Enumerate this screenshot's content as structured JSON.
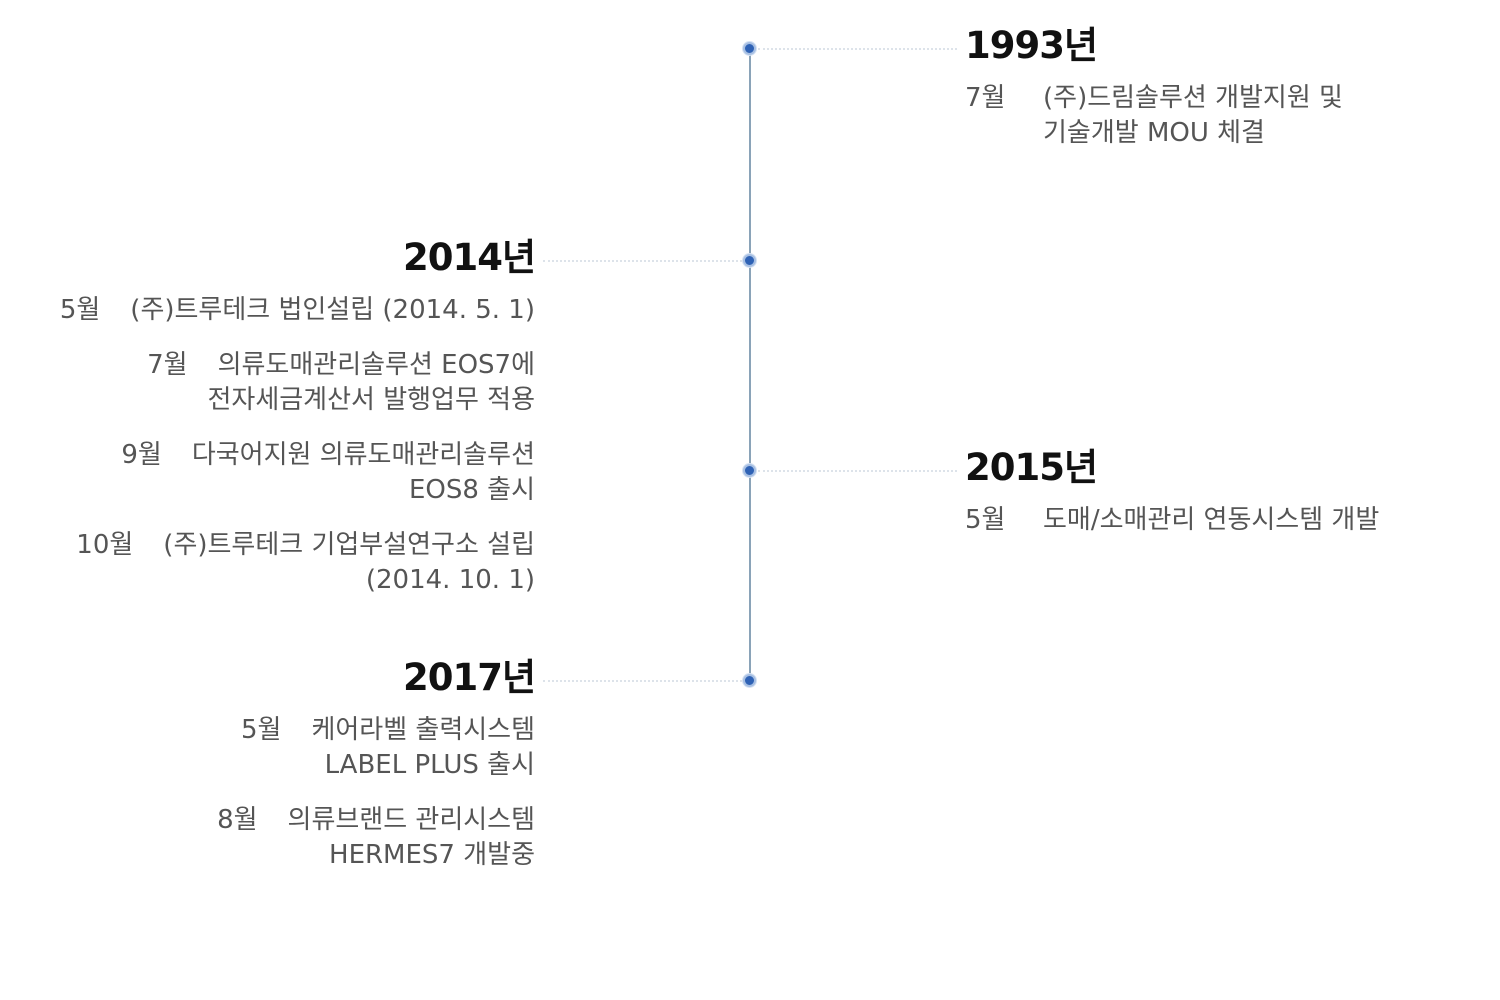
{
  "timeline": {
    "events": [
      {
        "year": "1993년",
        "side": "right",
        "items": [
          {
            "month": "7월",
            "lines": [
              "(주)드림솔루션 개발지원 및",
              "기술개발 MOU 체결"
            ]
          }
        ]
      },
      {
        "year": "2014년",
        "side": "left",
        "items": [
          {
            "month": "5월",
            "lines": [
              "(주)트루테크 법인설립 (2014. 5. 1)"
            ]
          },
          {
            "month": "7월",
            "lines": [
              "의류도매관리솔루션 EOS7에",
              "전자세금계산서 발행업무 적용"
            ]
          },
          {
            "month": "9월",
            "lines": [
              "다국어지원 의류도매관리솔루션",
              "EOS8 출시"
            ]
          },
          {
            "month": "10월",
            "lines": [
              "(주)트루테크 기업부설연구소 설립",
              "(2014. 10. 1)"
            ]
          }
        ]
      },
      {
        "year": "2015년",
        "side": "right",
        "items": [
          {
            "month": "5월",
            "lines": [
              "도매/소매관리 연동시스템 개발"
            ]
          }
        ]
      },
      {
        "year": "2017년",
        "side": "left",
        "items": [
          {
            "month": "5월",
            "lines": [
              "케어라벨 출력시스템",
              "LABEL PLUS 출시"
            ]
          },
          {
            "month": "8월",
            "lines": [
              "의류브랜드 관리시스템",
              "HERMES7 개발중"
            ]
          }
        ]
      }
    ],
    "colors": {
      "axis": "#8aa3b8",
      "node": "#2f62b5",
      "year_text": "#111111",
      "body_text": "#555555"
    }
  }
}
